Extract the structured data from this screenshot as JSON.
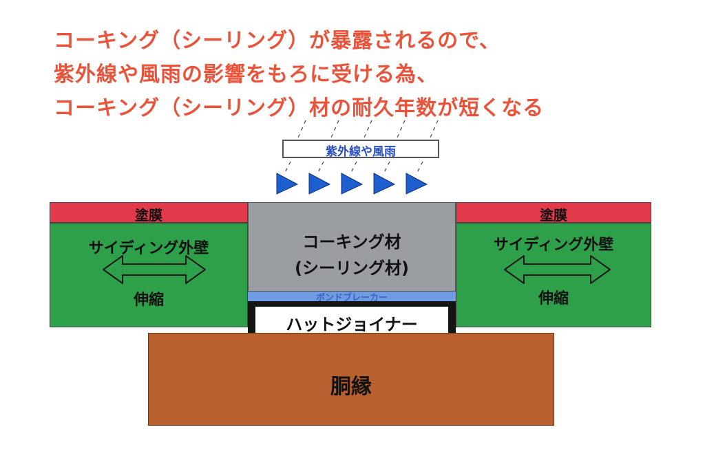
{
  "header": {
    "lines": [
      "コーキング（シーリング）が暴露されるので、",
      "紫外線や風雨の影響をもろに受ける為、",
      "コーキング（シーリング）材の耐久年数が短くなる"
    ]
  },
  "weather_label": "紫外線や風雨",
  "left_wall": {
    "coating": "塗膜",
    "siding": "サイディング外壁",
    "movement": "伸縮"
  },
  "right_wall": {
    "coating": "塗膜",
    "siding": "サイディング外壁",
    "movement": "伸縮"
  },
  "sealant": {
    "line1": "コーキング材",
    "line2": "(シーリング材)"
  },
  "bond_breaker": "ボンドブレーカー",
  "hat_joiner": "ハットジョイナー",
  "furring": "胴縁",
  "colors": {
    "title_text": "#e8533a",
    "coating_red": "#e23a4a",
    "siding_green": "#2fa04a",
    "sealant_gray": "#9a9da1",
    "bond_breaker_blue": "#6f9be0",
    "furring_brown": "#b8602e",
    "arrow_blue": "#1e5fd0"
  }
}
